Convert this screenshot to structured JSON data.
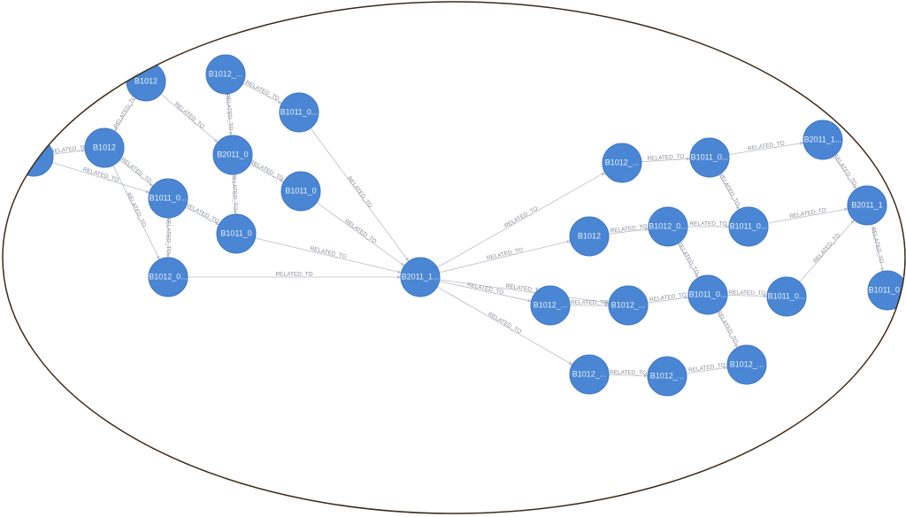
{
  "graph": {
    "nodes": [
      {
        "id": "n1",
        "label": "B1012"
      },
      {
        "id": "n2",
        "label": "B1012_..."
      },
      {
        "id": "n3",
        "label": "B1011_0..."
      },
      {
        "id": "n4",
        "label": "B1012"
      },
      {
        "id": "n5",
        "label": "B2011_0"
      },
      {
        "id": "n6",
        "label": "B1011_0"
      },
      {
        "id": "n7",
        "label": "B1011_0..."
      },
      {
        "id": "n8",
        "label": "B1011_0"
      },
      {
        "id": "n9",
        "label": "B1012_0..."
      },
      {
        "id": "n10",
        "label": ""
      },
      {
        "id": "n11",
        "label": "B2011_1..."
      },
      {
        "id": "n12",
        "label": "B1012_..."
      },
      {
        "id": "n13",
        "label": "B1011_0..."
      },
      {
        "id": "n14",
        "label": "B2011_1..."
      },
      {
        "id": "n15",
        "label": "B1012"
      },
      {
        "id": "n16",
        "label": "B1012_0..."
      },
      {
        "id": "n17",
        "label": "B1011_0..."
      },
      {
        "id": "n18",
        "label": "B2011_1"
      },
      {
        "id": "n19",
        "label": "B1012_..."
      },
      {
        "id": "n20",
        "label": "B1012_..."
      },
      {
        "id": "n21",
        "label": "B1011_0..."
      },
      {
        "id": "n22",
        "label": "B1011_0..."
      },
      {
        "id": "n23",
        "label": "B1012_..."
      },
      {
        "id": "n24",
        "label": "B1012_..."
      },
      {
        "id": "n25",
        "label": "B1012_..."
      },
      {
        "id": "n26",
        "label": "B1011_0..."
      }
    ],
    "edges": [
      {
        "from": "n9",
        "to": "n11",
        "label": "RELATED_TO"
      },
      {
        "from": "n6",
        "to": "n11",
        "label": "RELATED_TO"
      },
      {
        "from": "n8",
        "to": "n11",
        "label": "RELATED_TO"
      },
      {
        "from": "n3",
        "to": "n11",
        "label": "RELATED_TO"
      },
      {
        "from": "n11",
        "to": "n12",
        "label": "RELATED_TO"
      },
      {
        "from": "n11",
        "to": "n15",
        "label": "RELATED_TO"
      },
      {
        "from": "n11",
        "to": "n19",
        "label": "RELATED_TO"
      },
      {
        "from": "n11",
        "to": "n23",
        "label": "RELATED_TO"
      },
      {
        "from": "n11",
        "to": "n20",
        "label": "RELATED_TO"
      },
      {
        "from": "n12",
        "to": "n13",
        "label": "RELATED_TO"
      },
      {
        "from": "n13",
        "to": "n14",
        "label": "RELATED_TO"
      },
      {
        "from": "n7",
        "to": "n9",
        "label": "RELATED_TO"
      },
      {
        "from": "n4",
        "to": "n9",
        "label": "RELATED_TO"
      },
      {
        "from": "n4",
        "to": "n7",
        "label": "RELATED_TO"
      },
      {
        "from": "n1",
        "to": "n4",
        "label": "RELATED_TO"
      },
      {
        "from": "n1",
        "to": "n5",
        "label": "RELATED_TO"
      },
      {
        "from": "n2",
        "to": "n5",
        "label": "RELATED_TO"
      },
      {
        "from": "n2",
        "to": "n3",
        "label": "RELATED_TO"
      },
      {
        "from": "n5",
        "to": "n6",
        "label": "RELATED_TO"
      },
      {
        "from": "n5",
        "to": "n8",
        "label": "RELATED_TO"
      },
      {
        "from": "n7",
        "to": "n8",
        "label": "RELATED_TO"
      },
      {
        "from": "n10",
        "to": "n4",
        "label": "RELATED_TO"
      },
      {
        "from": "n10",
        "to": "n7",
        "label": "RELATED_TO"
      },
      {
        "from": "n14",
        "to": "n18",
        "label": "RELATED_TO"
      },
      {
        "from": "n18",
        "to": "n22",
        "label": "RELATED_TO"
      },
      {
        "from": "n17",
        "to": "n18",
        "label": "RELATED_TO"
      },
      {
        "from": "n16",
        "to": "n17",
        "label": "RELATED_TO"
      },
      {
        "from": "n15",
        "to": "n16",
        "label": "RELATED_TO"
      },
      {
        "from": "n19",
        "to": "n20",
        "label": "RELATED_TO"
      },
      {
        "from": "n20",
        "to": "n21",
        "label": "RELATED_TO"
      },
      {
        "from": "n21",
        "to": "n25",
        "label": "RELATED_TO"
      },
      {
        "from": "n23",
        "to": "n24",
        "label": "RELATED_TO"
      },
      {
        "from": "n24",
        "to": "n25",
        "label": "RELATED_TO"
      },
      {
        "from": "n26",
        "to": "n18",
        "label": "RELATED_TO"
      },
      {
        "from": "n21",
        "to": "n26",
        "label": "RELATED_TO"
      },
      {
        "from": "n13",
        "to": "n17",
        "label": "RELATED_TO"
      },
      {
        "from": "n16",
        "to": "n21",
        "label": "RELATED_TO"
      }
    ]
  }
}
